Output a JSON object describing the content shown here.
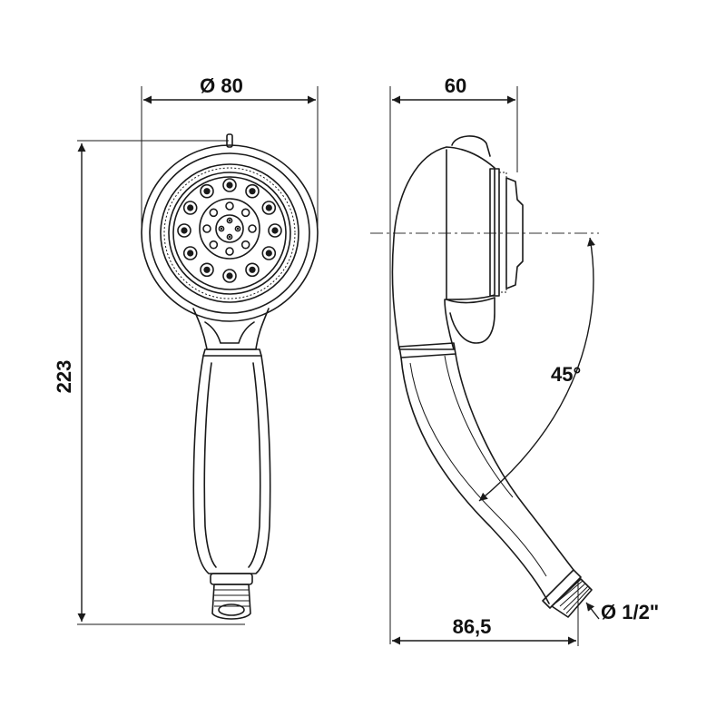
{
  "dimensions": {
    "diameter": "Ø 80",
    "depth": "60",
    "height": "223",
    "length": "86,5",
    "angle": "45°",
    "thread": "Ø 1/2\""
  },
  "colors": {
    "line": "#1a1a1a",
    "background": "#ffffff"
  }
}
